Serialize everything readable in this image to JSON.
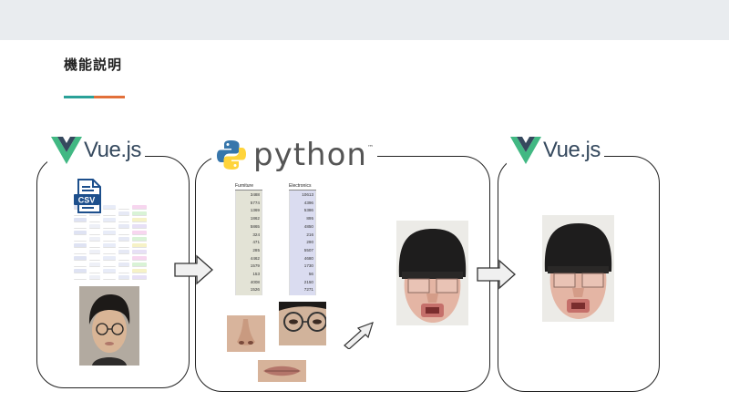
{
  "header": {
    "title": "機能説明"
  },
  "colors": {
    "accent_teal": "#2aa198",
    "accent_orange": "#e2703a",
    "vue_green": "#41b883",
    "vue_navy": "#35495e",
    "python_blue": "#3776ab",
    "python_yellow": "#ffd43b"
  },
  "logos": {
    "left": "Vue.js",
    "middle": "python",
    "middle_tm": "™",
    "right": "Vue.js"
  },
  "csv": {
    "icon_label": "CSV"
  },
  "tables": {
    "furniture": {
      "header": "Furniture",
      "values": [
        "3488",
        "5774",
        "1369",
        "1862",
        "5865",
        "324",
        "471",
        "285",
        "4462",
        "1579",
        "153",
        "4008",
        "1526"
      ]
    },
    "electronics": {
      "header": "Electronics",
      "values": [
        "10613",
        "4396",
        "5386",
        "895",
        "4850",
        "216",
        "290",
        "5507",
        "4680",
        "1730",
        "56",
        "2150",
        "7271"
      ]
    }
  },
  "images": {
    "left_photo": "face-photo",
    "right_result": "masked-face"
  },
  "icons": [
    "vue-logo-icon",
    "python-logo-icon",
    "csv-file-icon",
    "arrow-right-icon",
    "arrow-diagonal-icon"
  ]
}
